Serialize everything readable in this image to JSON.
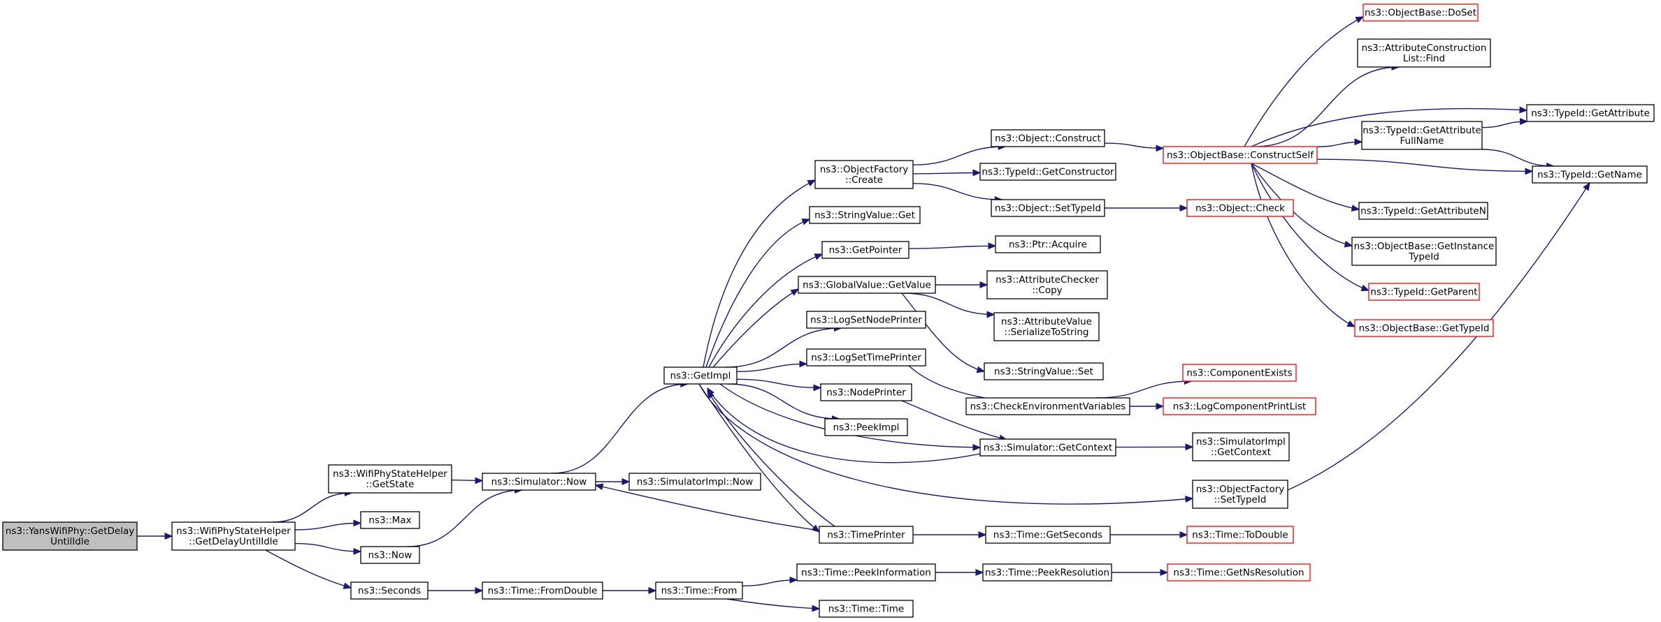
{
  "diagram": {
    "type": "call-graph",
    "colors": {
      "edge": "#191970",
      "node_border": "#000000",
      "node_border_truncated": "#ff0000",
      "root_fill": "#bfbfbf",
      "node_fill": "#ffffff"
    },
    "nodes": [
      {
        "id": "root",
        "label": [
          "ns3::YansWifiPhy::GetDelay",
          "UntilIdle"
        ],
        "style": "root"
      },
      {
        "id": "wpsh_delay",
        "label": [
          "ns3::WifiPhyStateHelper",
          "::GetDelayUntilIdle"
        ],
        "style": "normal"
      },
      {
        "id": "wpsh_state",
        "label": [
          "ns3::WifiPhyStateHelper",
          "::GetState"
        ],
        "style": "normal"
      },
      {
        "id": "max",
        "label": [
          "ns3::Max"
        ],
        "style": "normal"
      },
      {
        "id": "now",
        "label": [
          "ns3::Now"
        ],
        "style": "normal"
      },
      {
        "id": "seconds",
        "label": [
          "ns3::Seconds"
        ],
        "style": "normal"
      },
      {
        "id": "sim_now",
        "label": [
          "ns3::Simulator::Now"
        ],
        "style": "normal"
      },
      {
        "id": "simimpl_now",
        "label": [
          "ns3::SimulatorImpl::Now"
        ],
        "style": "normal"
      },
      {
        "id": "time_fromdouble",
        "label": [
          "ns3::Time::FromDouble"
        ],
        "style": "normal"
      },
      {
        "id": "time_from",
        "label": [
          "ns3::Time::From"
        ],
        "style": "normal"
      },
      {
        "id": "getimpl",
        "label": [
          "ns3::GetImpl"
        ],
        "style": "normal"
      },
      {
        "id": "of_create",
        "label": [
          "ns3::ObjectFactory",
          "::Create"
        ],
        "style": "normal"
      },
      {
        "id": "sv_get",
        "label": [
          "ns3::StringValue::Get"
        ],
        "style": "normal"
      },
      {
        "id": "getpointer",
        "label": [
          "ns3::GetPointer"
        ],
        "style": "normal"
      },
      {
        "id": "gv_getvalue",
        "label": [
          "ns3::GlobalValue::GetValue"
        ],
        "style": "normal"
      },
      {
        "id": "logsetnodeprinter",
        "label": [
          "ns3::LogSetNodePrinter"
        ],
        "style": "normal"
      },
      {
        "id": "logsettimeprinter",
        "label": [
          "ns3::LogSetTimePrinter"
        ],
        "style": "normal"
      },
      {
        "id": "nodeprinter",
        "label": [
          "ns3::NodePrinter"
        ],
        "style": "normal"
      },
      {
        "id": "peekimpl",
        "label": [
          "ns3::PeekImpl"
        ],
        "style": "normal"
      },
      {
        "id": "timeprinter",
        "label": [
          "ns3::TimePrinter"
        ],
        "style": "normal"
      },
      {
        "id": "time_peekinfo",
        "label": [
          "ns3::Time::PeekInformation"
        ],
        "style": "normal"
      },
      {
        "id": "time_time",
        "label": [
          "ns3::Time::Time"
        ],
        "style": "normal"
      },
      {
        "id": "obj_construct",
        "label": [
          "ns3::Object::Construct"
        ],
        "style": "normal"
      },
      {
        "id": "tid_getconstructor",
        "label": [
          "ns3::TypeId::GetConstructor"
        ],
        "style": "normal"
      },
      {
        "id": "obj_settypeid",
        "label": [
          "ns3::Object::SetTypeId"
        ],
        "style": "normal"
      },
      {
        "id": "ptr_acquire",
        "label": [
          "ns3::Ptr::Acquire"
        ],
        "style": "normal"
      },
      {
        "id": "attrchecker_copy",
        "label": [
          "ns3::AttributeChecker",
          "::Copy"
        ],
        "style": "normal"
      },
      {
        "id": "attrvalue_ser",
        "label": [
          "ns3::AttributeValue",
          "::SerializeToString"
        ],
        "style": "normal"
      },
      {
        "id": "sv_set",
        "label": [
          "ns3::StringValue::Set"
        ],
        "style": "normal"
      },
      {
        "id": "checkenv",
        "label": [
          "ns3::CheckEnvironmentVariables"
        ],
        "style": "normal"
      },
      {
        "id": "sim_getcontext",
        "label": [
          "ns3::Simulator::GetContext"
        ],
        "style": "normal"
      },
      {
        "id": "of_settypeid",
        "label": [
          "ns3::ObjectFactory",
          "::SetTypeId"
        ],
        "style": "normal"
      },
      {
        "id": "time_getseconds",
        "label": [
          "ns3::Time::GetSeconds"
        ],
        "style": "normal"
      },
      {
        "id": "time_peekres",
        "label": [
          "ns3::Time::PeekResolution"
        ],
        "style": "normal"
      },
      {
        "id": "ob_constructself",
        "label": [
          "ns3::ObjectBase::ConstructSelf"
        ],
        "style": "truncated"
      },
      {
        "id": "obj_check",
        "label": [
          "ns3::Object::Check"
        ],
        "style": "truncated"
      },
      {
        "id": "compexists",
        "label": [
          "ns3::ComponentExists"
        ],
        "style": "truncated"
      },
      {
        "id": "logcompprint",
        "label": [
          "ns3::LogComponentPrintList"
        ],
        "style": "truncated"
      },
      {
        "id": "simimpl_getcontext",
        "label": [
          "ns3::SimulatorImpl",
          "::GetContext"
        ],
        "style": "normal"
      },
      {
        "id": "time_todouble",
        "label": [
          "ns3::Time::ToDouble"
        ],
        "style": "truncated"
      },
      {
        "id": "time_getnsres",
        "label": [
          "ns3::Time::GetNsResolution"
        ],
        "style": "truncated"
      },
      {
        "id": "ob_doset",
        "label": [
          "ns3::ObjectBase::DoSet"
        ],
        "style": "truncated"
      },
      {
        "id": "acl_find",
        "label": [
          "ns3::AttributeConstruction",
          "List::Find"
        ],
        "style": "normal"
      },
      {
        "id": "tid_getattrfull",
        "label": [
          "ns3::TypeId::GetAttribute",
          "FullName"
        ],
        "style": "normal"
      },
      {
        "id": "tid_getattrn",
        "label": [
          "ns3::TypeId::GetAttributeN"
        ],
        "style": "normal"
      },
      {
        "id": "ob_getinstance",
        "label": [
          "ns3::ObjectBase::GetInstance",
          "TypeId"
        ],
        "style": "normal"
      },
      {
        "id": "tid_getparent",
        "label": [
          "ns3::TypeId::GetParent"
        ],
        "style": "truncated"
      },
      {
        "id": "ob_gettypeid",
        "label": [
          "ns3::ObjectBase::GetTypeId"
        ],
        "style": "truncated"
      },
      {
        "id": "tid_getattr",
        "label": [
          "ns3::TypeId::GetAttribute"
        ],
        "style": "normal"
      },
      {
        "id": "tid_getname",
        "label": [
          "ns3::TypeId::GetName"
        ],
        "style": "normal"
      }
    ],
    "edges": [
      [
        "root",
        "wpsh_delay"
      ],
      [
        "wpsh_delay",
        "wpsh_state"
      ],
      [
        "wpsh_delay",
        "max"
      ],
      [
        "wpsh_delay",
        "now"
      ],
      [
        "wpsh_delay",
        "seconds"
      ],
      [
        "wpsh_state",
        "sim_now"
      ],
      [
        "now",
        "sim_now"
      ],
      [
        "seconds",
        "time_fromdouble"
      ],
      [
        "time_fromdouble",
        "time_from"
      ],
      [
        "time_from",
        "time_peekinfo"
      ],
      [
        "time_from",
        "time_time"
      ],
      [
        "sim_now",
        "getimpl"
      ],
      [
        "sim_now",
        "simimpl_now"
      ],
      [
        "getimpl",
        "of_create"
      ],
      [
        "getimpl",
        "sv_get"
      ],
      [
        "getimpl",
        "getpointer"
      ],
      [
        "getimpl",
        "gv_getvalue"
      ],
      [
        "getimpl",
        "logsetnodeprinter"
      ],
      [
        "getimpl",
        "logsettimeprinter"
      ],
      [
        "getimpl",
        "nodeprinter"
      ],
      [
        "getimpl",
        "peekimpl"
      ],
      [
        "getimpl",
        "timeprinter"
      ],
      [
        "getimpl",
        "sim_getcontext"
      ],
      [
        "getimpl",
        "of_settypeid"
      ],
      [
        "timeprinter",
        "getimpl"
      ],
      [
        "timeprinter",
        "sim_now"
      ],
      [
        "timeprinter",
        "time_getseconds"
      ],
      [
        "sim_getcontext",
        "getimpl"
      ],
      [
        "sim_getcontext",
        "simimpl_getcontext"
      ],
      [
        "of_create",
        "obj_construct"
      ],
      [
        "of_create",
        "tid_getconstructor"
      ],
      [
        "of_create",
        "obj_settypeid"
      ],
      [
        "obj_construct",
        "ob_constructself"
      ],
      [
        "obj_settypeid",
        "obj_check"
      ],
      [
        "getpointer",
        "ptr_acquire"
      ],
      [
        "gv_getvalue",
        "attrchecker_copy"
      ],
      [
        "gv_getvalue",
        "attrvalue_ser"
      ],
      [
        "gv_getvalue",
        "sv_set"
      ],
      [
        "logsettimeprinter",
        "checkenv"
      ],
      [
        "nodeprinter",
        "sim_getcontext"
      ],
      [
        "checkenv",
        "compexists"
      ],
      [
        "checkenv",
        "logcompprint"
      ],
      [
        "of_settypeid",
        "tid_getname"
      ],
      [
        "time_getseconds",
        "time_todouble"
      ],
      [
        "time_peekinfo",
        "time_peekres"
      ],
      [
        "time_peekres",
        "time_getnsres"
      ],
      [
        "ob_constructself",
        "ob_doset"
      ],
      [
        "ob_constructself",
        "acl_find"
      ],
      [
        "ob_constructself",
        "tid_getattr"
      ],
      [
        "ob_constructself",
        "tid_getattrfull"
      ],
      [
        "ob_constructself",
        "tid_getname"
      ],
      [
        "ob_constructself",
        "tid_getattrn"
      ],
      [
        "ob_constructself",
        "ob_getinstance"
      ],
      [
        "ob_constructself",
        "tid_getparent"
      ],
      [
        "ob_constructself",
        "ob_gettypeid"
      ],
      [
        "tid_getattrfull",
        "tid_getattr"
      ],
      [
        "tid_getattrfull",
        "tid_getname"
      ]
    ]
  }
}
